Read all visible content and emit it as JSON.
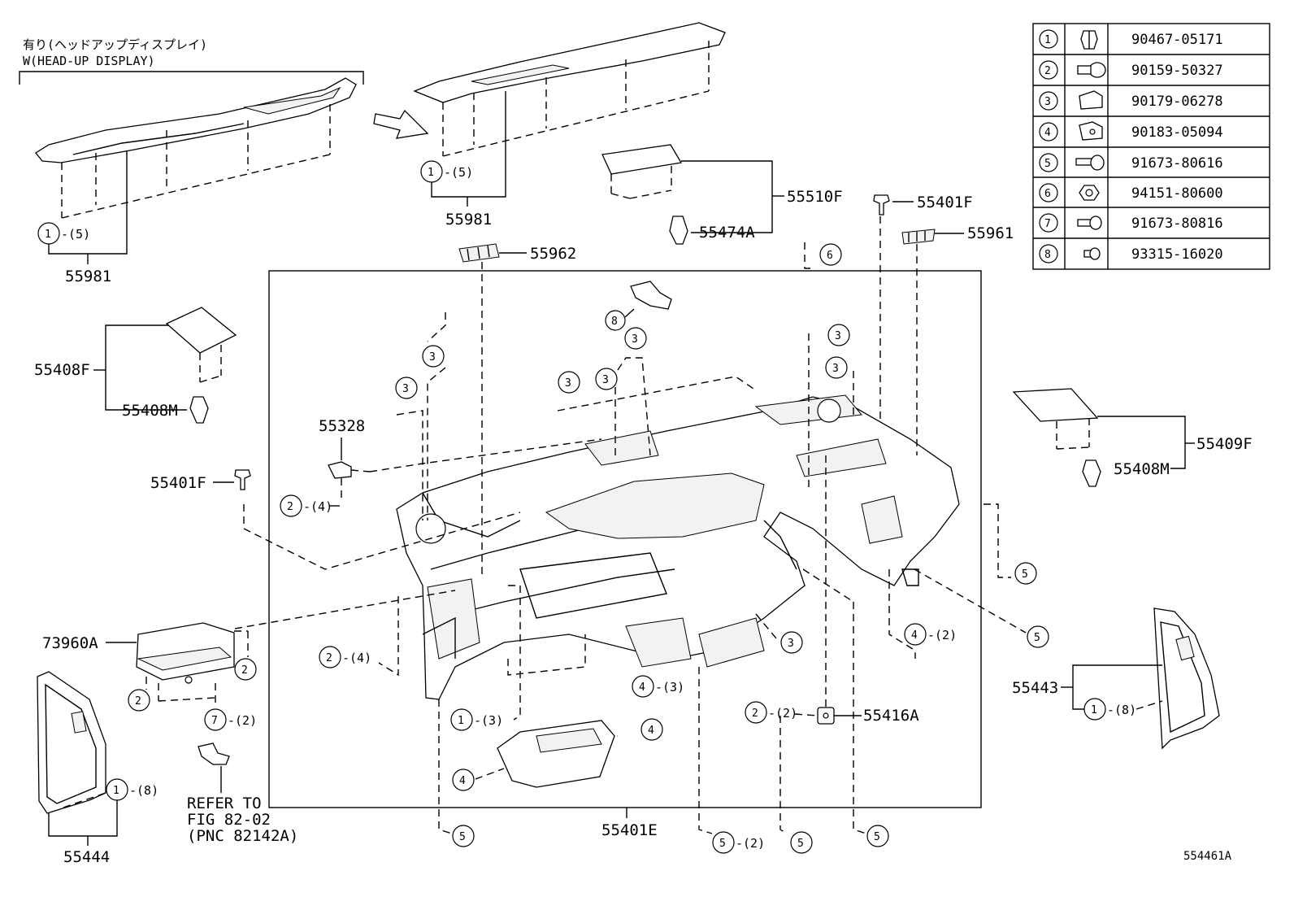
{
  "header": {
    "jp_note": "有り(ヘッドアップディスプレイ)",
    "en_note": "W(HEAD-UP DISPLAY)"
  },
  "diagram_id": "554461A",
  "legend": {
    "rows": [
      {
        "num": "1",
        "icon": "clip-icon",
        "part": "90467-05171"
      },
      {
        "num": "2",
        "icon": "screw-grommet-icon",
        "part": "90159-50327"
      },
      {
        "num": "3",
        "icon": "nut-clip-icon",
        "part": "90179-06278"
      },
      {
        "num": "4",
        "icon": "u-nut-icon",
        "part": "90183-05094"
      },
      {
        "num": "5",
        "icon": "flange-bolt-icon",
        "part": "91673-80616"
      },
      {
        "num": "6",
        "icon": "hex-nut-icon",
        "part": "94151-80600"
      },
      {
        "num": "7",
        "icon": "bolt-icon",
        "part": "91673-80816"
      },
      {
        "num": "8",
        "icon": "tapping-screw-icon",
        "part": "93315-16020"
      }
    ]
  },
  "parts": {
    "p55981": "55981",
    "p55510F": "55510F",
    "p55474A": "55474A",
    "p55401F": "55401F",
    "p55961": "55961",
    "p55962": "55962",
    "p55408F": "55408F",
    "p55408M": "55408M",
    "p55328": "55328",
    "p55409F": "55409F",
    "p73960A": "73960A",
    "p55443": "55443",
    "p55416A": "55416A",
    "p55444": "55444",
    "p55401E": "55401E"
  },
  "refer": {
    "line1": "REFER TO",
    "line2": "FIG 82-02",
    "line3": "(PNC 82142A)"
  },
  "qty": {
    "q5": "-(5)",
    "q4": "-(4)",
    "q2": "-(2)",
    "q3": "-(3)",
    "q8": "-(8)"
  },
  "callouts": {
    "c1": "1",
    "c2": "2",
    "c3": "3",
    "c4": "4",
    "c5": "5",
    "c6": "6",
    "c7": "7",
    "c8": "8"
  }
}
